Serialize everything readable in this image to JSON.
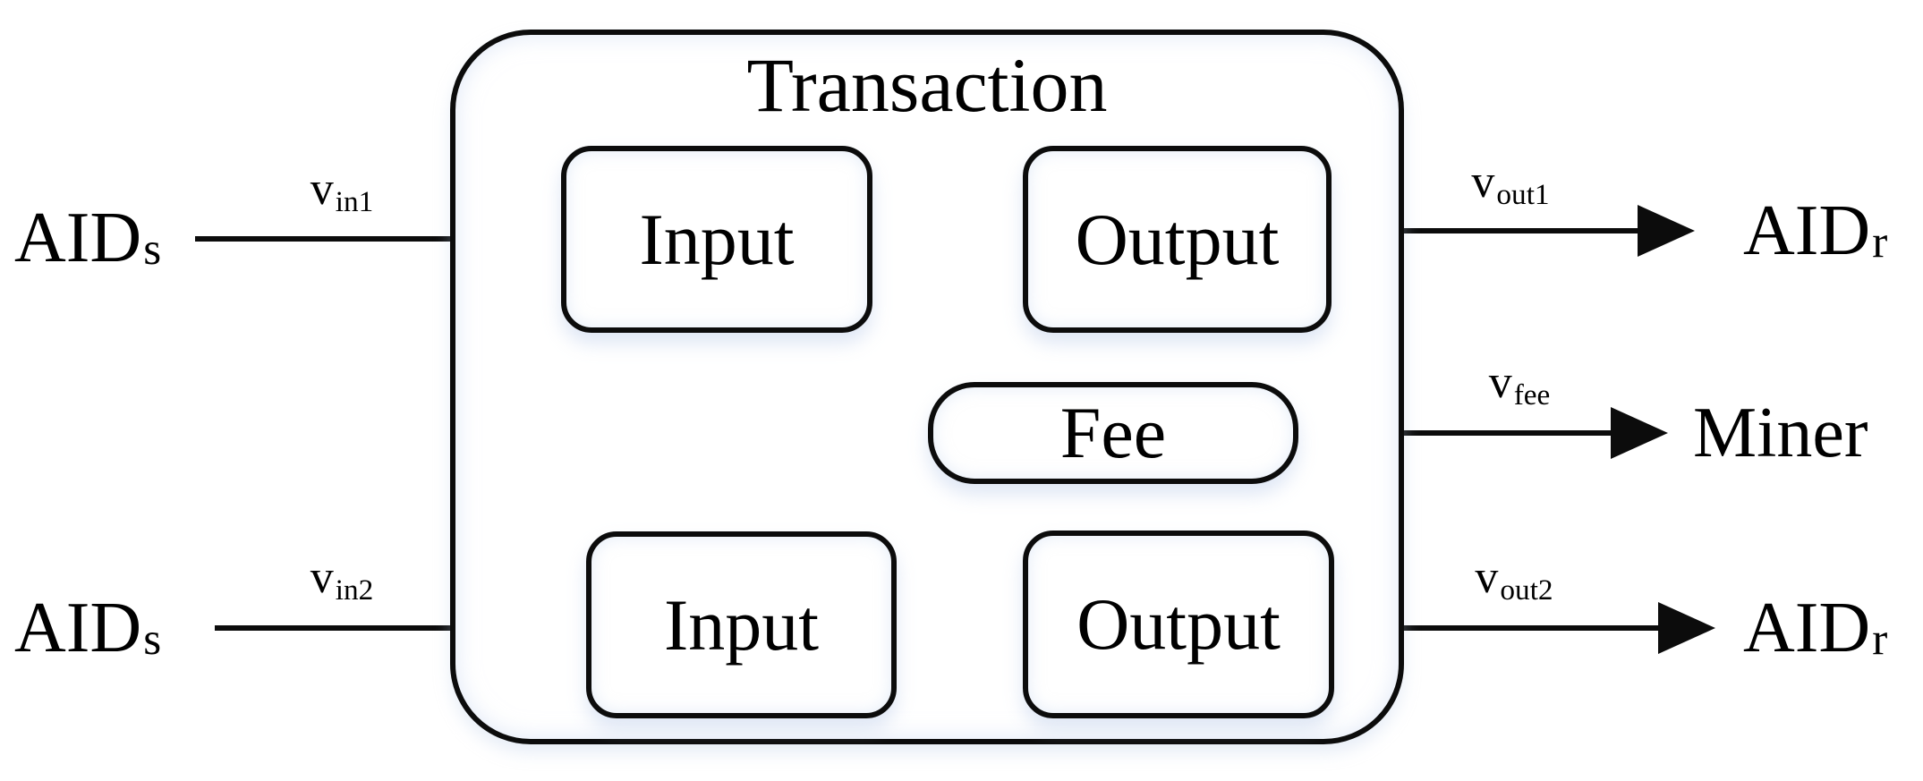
{
  "diagram": {
    "title": "Transaction",
    "boxes": {
      "input_top": {
        "label": "Input"
      },
      "output_top": {
        "label": "Output"
      },
      "fee": {
        "label": "Fee"
      },
      "input_bottom": {
        "label": "Input"
      },
      "output_bottom": {
        "label": "Output"
      }
    },
    "actors": {
      "sender_top": {
        "base": "AID",
        "sub": "s"
      },
      "sender_bottom": {
        "base": "AID",
        "sub": "s"
      },
      "receiver_top": {
        "base": "AID",
        "sub": "r"
      },
      "receiver_bottom": {
        "base": "AID",
        "sub": "r"
      },
      "miner": {
        "label": "Miner"
      }
    },
    "flows": {
      "vin1": {
        "base": "v",
        "sub": "in1"
      },
      "vin2": {
        "base": "v",
        "sub": "in2"
      },
      "vout1": {
        "base": "v",
        "sub": "out1"
      },
      "vout2": {
        "base": "v",
        "sub": "out2"
      },
      "vfee": {
        "base": "v",
        "sub": "fee"
      }
    },
    "colors": {
      "stroke": "#0c0c0c",
      "fill": "#ffffff",
      "glow": "#cfdcf2"
    }
  }
}
